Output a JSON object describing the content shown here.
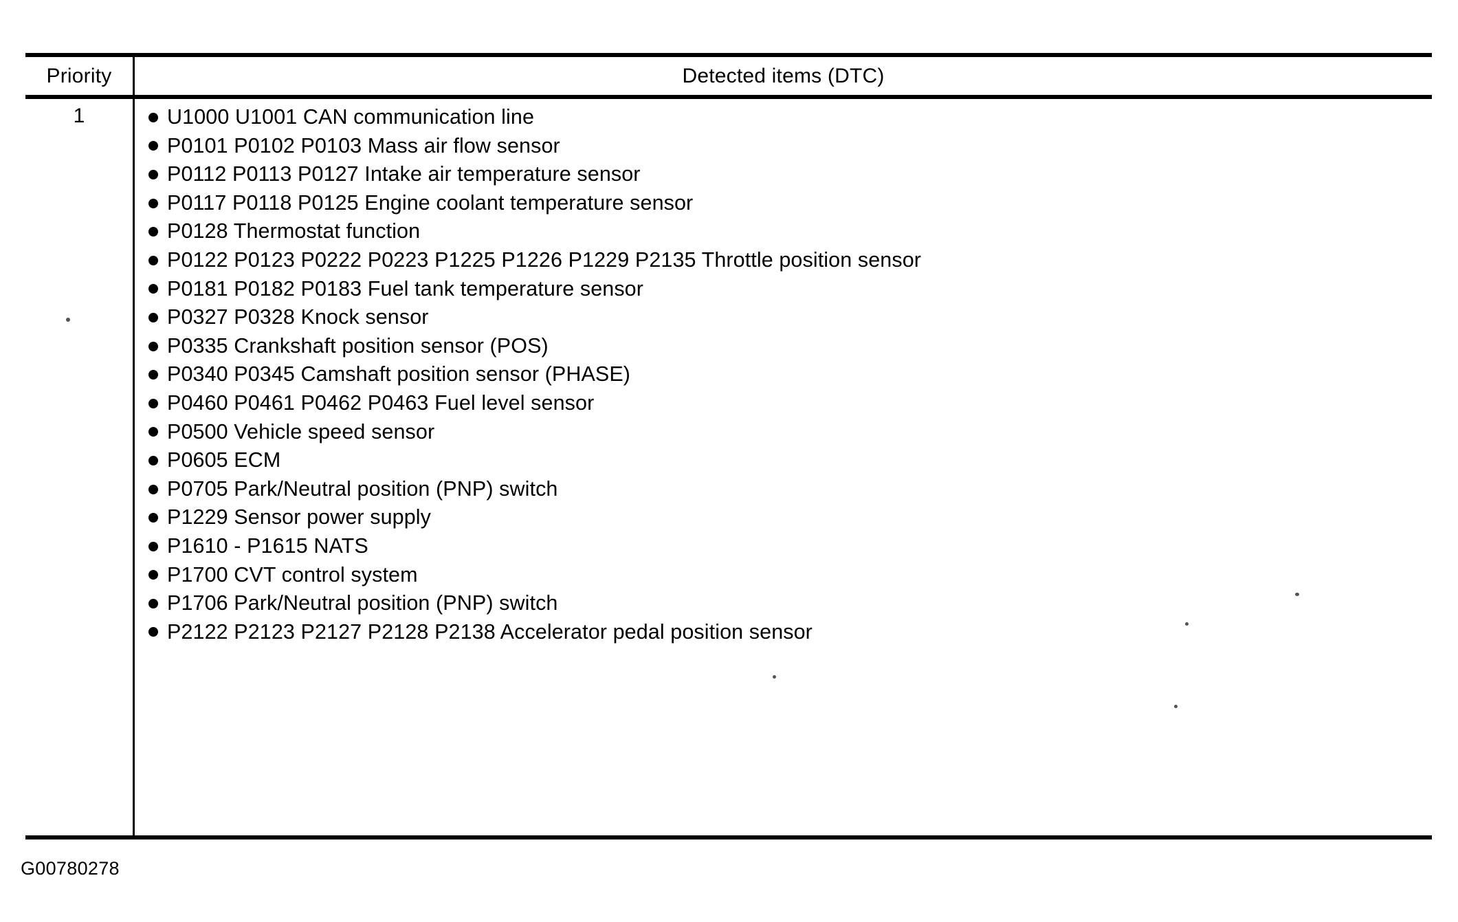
{
  "table": {
    "columns": [
      "Priority",
      "Detected items (DTC)"
    ],
    "rows": [
      {
        "priority": "1",
        "items": [
          "U1000 U1001 CAN communication line",
          "P0101 P0102 P0103 Mass air flow sensor",
          "P0112 P0113 P0127 Intake air temperature sensor",
          "P0117 P0118 P0125 Engine coolant temperature sensor",
          "P0128 Thermostat function",
          "P0122 P0123 P0222 P0223 P1225 P1226 P1229 P2135 Throttle position sensor",
          "P0181 P0182 P0183 Fuel tank temperature sensor",
          "P0327 P0328 Knock sensor",
          "P0335 Crankshaft position sensor (POS)",
          "P0340 P0345 Camshaft position sensor (PHASE)",
          "P0460 P0461 P0462 P0463 Fuel level sensor",
          "P0500 Vehicle speed sensor",
          "P0605 ECM",
          "P0705 Park/Neutral position (PNP) switch",
          "P1229 Sensor power supply",
          "P1610 - P1615 NATS",
          "P1700 CVT control system",
          "P1706 Park/Neutral position (PNP) switch",
          "P2122 P2123 P2127 P2128 P2138 Accelerator pedal position sensor"
        ]
      }
    ]
  },
  "caption": "G00780278"
}
